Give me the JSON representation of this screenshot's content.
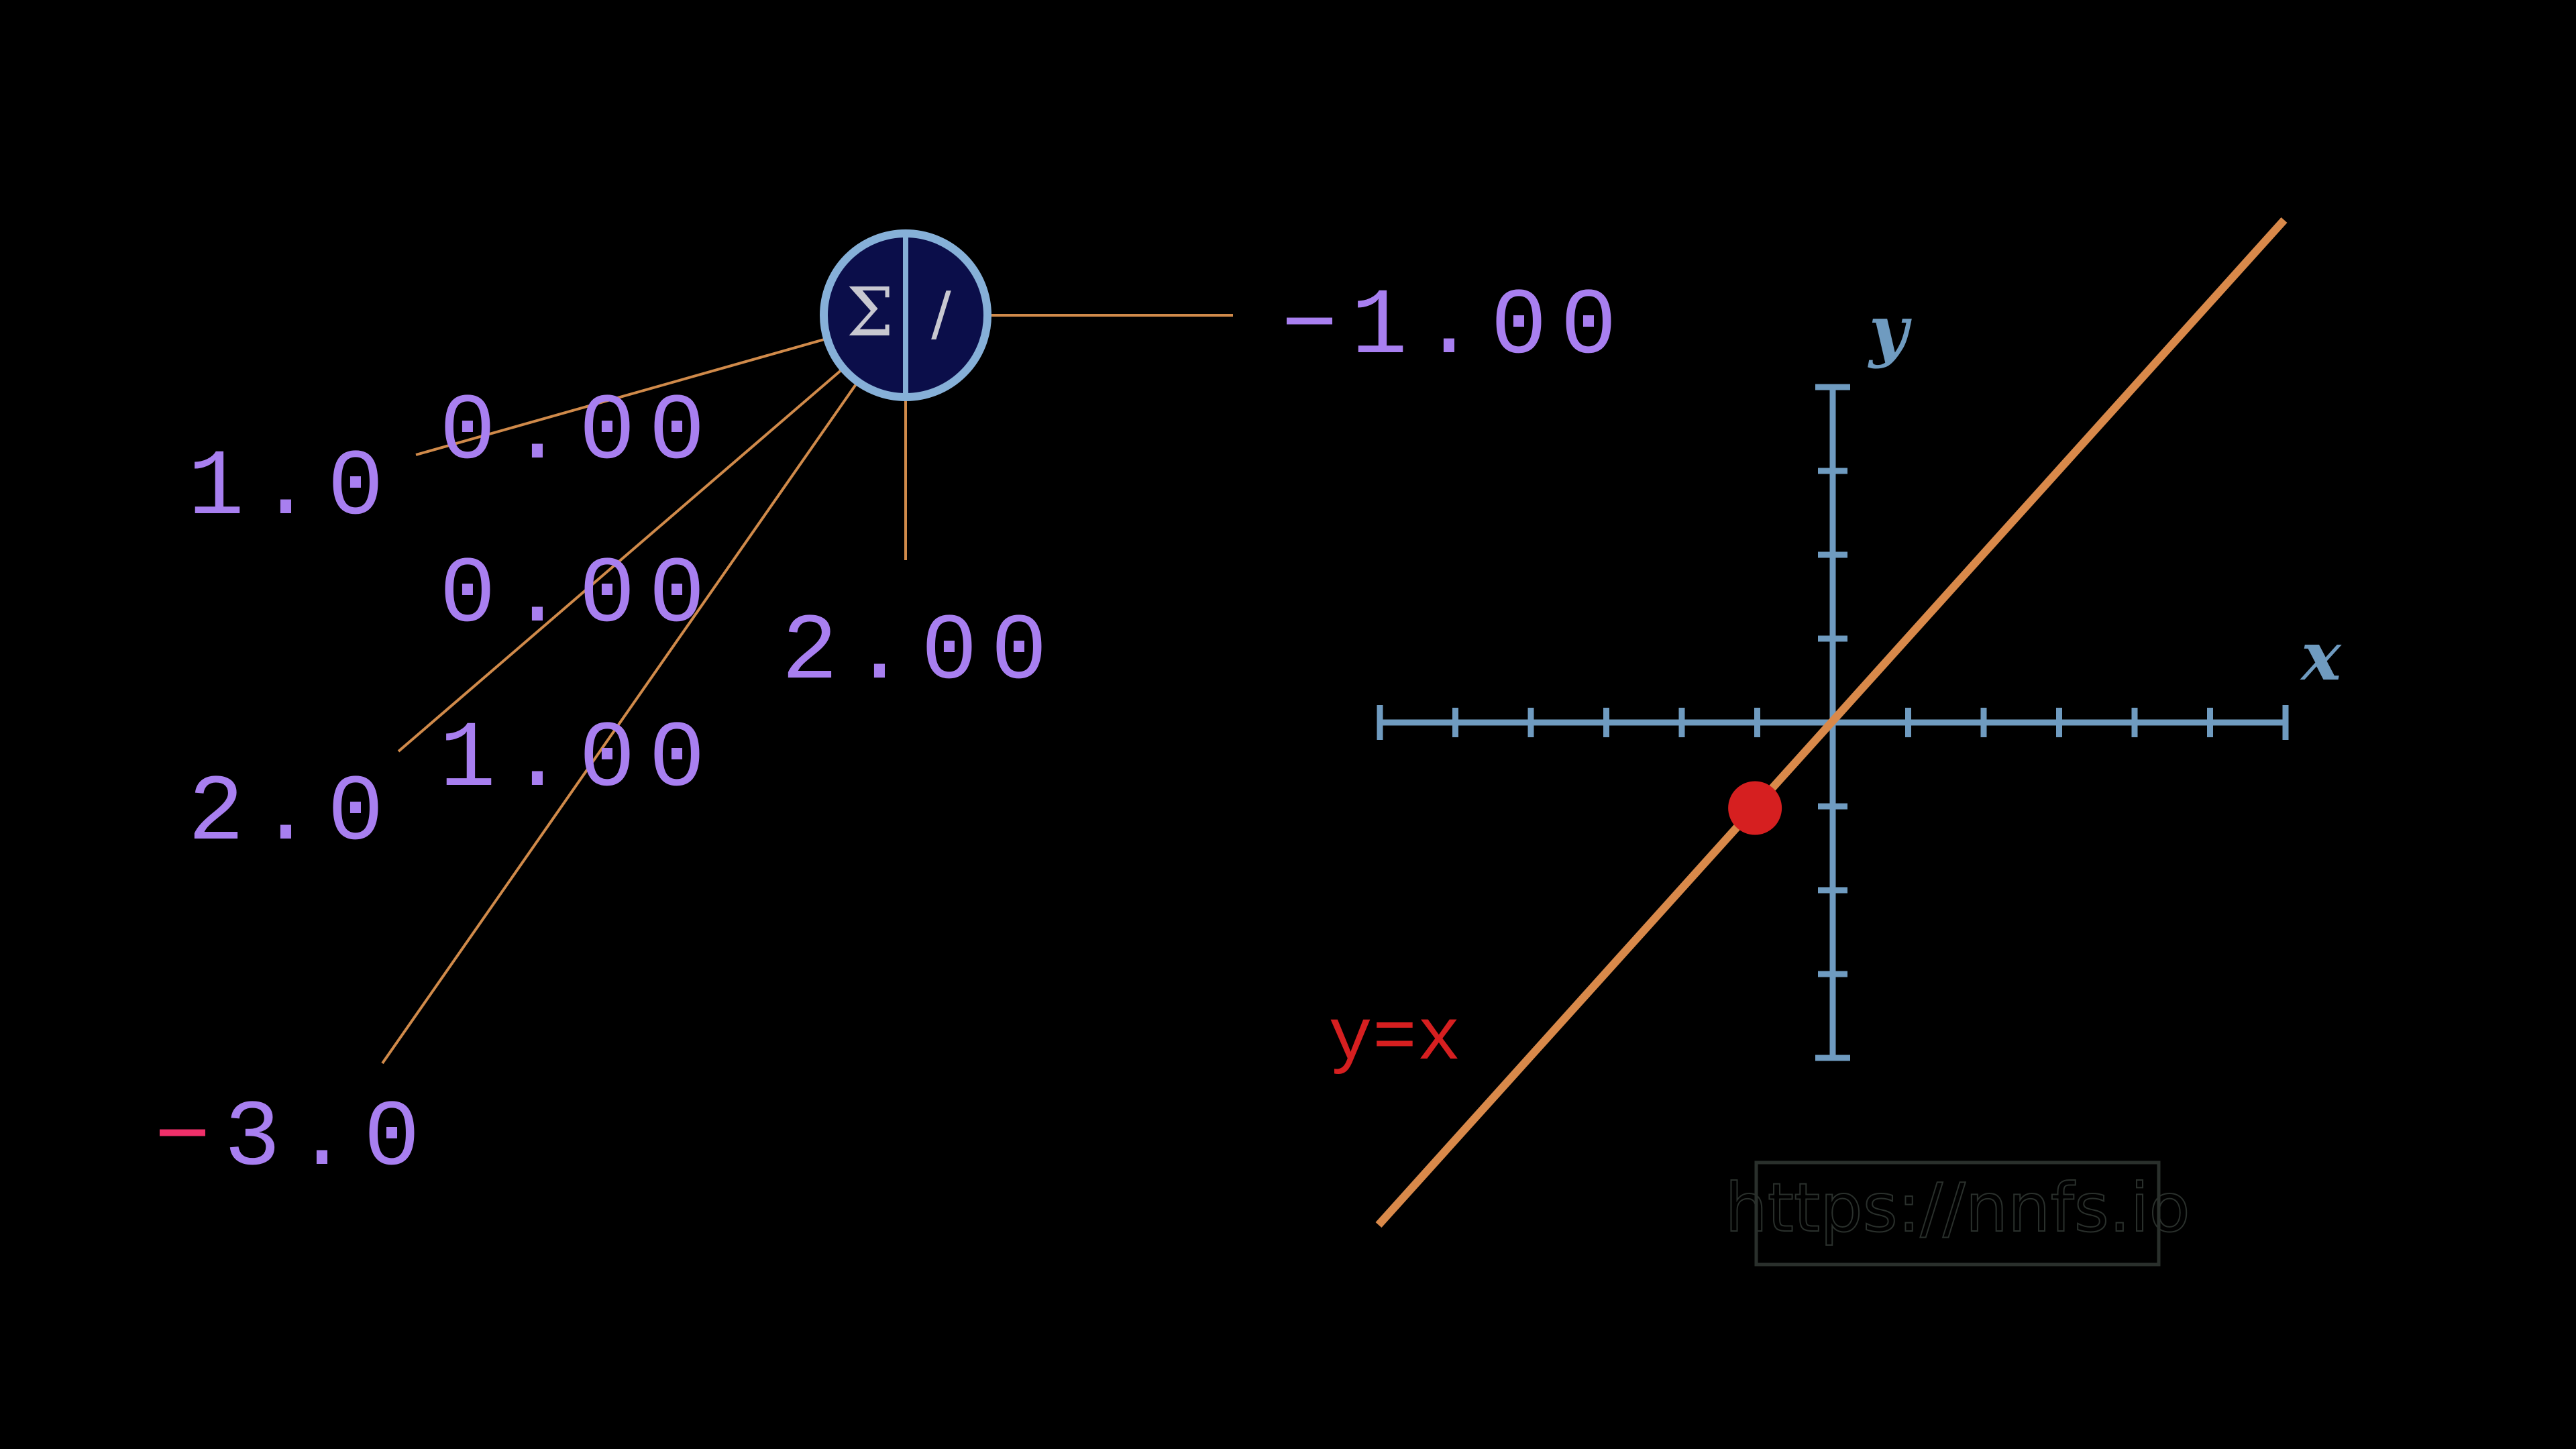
{
  "neuron": {
    "sum_symbol": "Σ",
    "activation_symbol": "/",
    "output": "−1.00",
    "bias": "2.00"
  },
  "inputs": [
    {
      "sign": "",
      "value": "1.0",
      "weight": "0.00"
    },
    {
      "sign": "",
      "value": "2.0",
      "weight": "0.00"
    },
    {
      "sign": "−",
      "value": "3.0",
      "weight": "1.00"
    }
  ],
  "graph": {
    "x_label": "x",
    "y_label": "y",
    "function_label": "y=x",
    "point": {
      "x": -1,
      "y": -1
    },
    "x_ticks": [
      -6,
      -5,
      -4,
      -3,
      -2,
      -1,
      0,
      1,
      2,
      3,
      4,
      5,
      6
    ],
    "y_ticks": [
      -4,
      -3,
      -2,
      -1,
      0,
      1,
      2,
      3,
      4
    ]
  },
  "watermark": "https://nnfs.io",
  "colors": {
    "background": "#000000",
    "value_text": "#a87ff0",
    "negative_sign": "#f0306a",
    "connection": "#d08a4a",
    "neuron_fill": "#0b0e4a",
    "neuron_ring": "#86b0d8",
    "axis": "#6f9bc0",
    "function_line": "#d9894a",
    "point": "#d61f20",
    "function_label": "#d61f20",
    "watermark": "#2a302c"
  }
}
